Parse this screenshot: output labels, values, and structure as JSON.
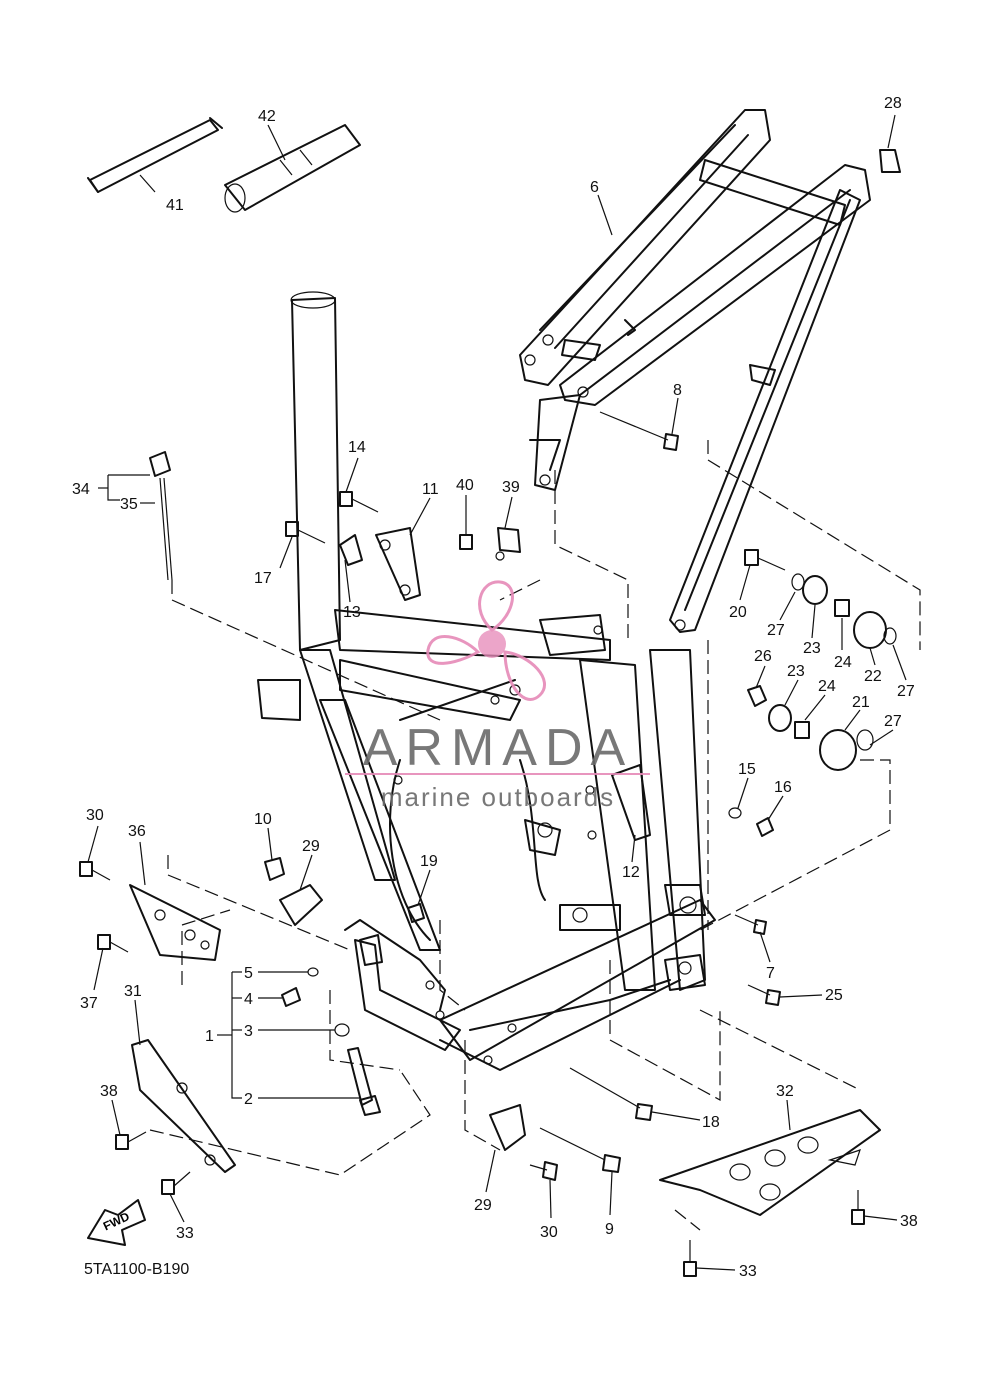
{
  "diagram": {
    "code": "5TA1100-B190",
    "fwd_label": "FWD",
    "labels": {
      "l1": "1",
      "l2": "2",
      "l3": "3",
      "l4": "4",
      "l5": "5",
      "l6": "6",
      "l7": "7",
      "l8": "8",
      "l9": "9",
      "l10": "10",
      "l11": "11",
      "l12": "12",
      "l13": "13",
      "l14": "14",
      "l15": "15",
      "l16": "16",
      "l17": "17",
      "l18": "18",
      "l19": "19",
      "l20": "20",
      "l21": "21",
      "l22": "22",
      "l23": "23",
      "l24": "24",
      "l25": "25",
      "l26": "26",
      "l27": "27",
      "l28": "28",
      "l29": "29",
      "l30": "30",
      "l31": "31",
      "l32": "32",
      "l33": "33",
      "l34": "34",
      "l35": "35",
      "l36": "36",
      "l37": "37",
      "l38": "38",
      "l39": "39",
      "l40": "40",
      "l41": "41",
      "l42": "42"
    }
  },
  "watermark": {
    "brand": "ARMADA",
    "tagline": "marine outboards",
    "color": "#e68ab8"
  }
}
